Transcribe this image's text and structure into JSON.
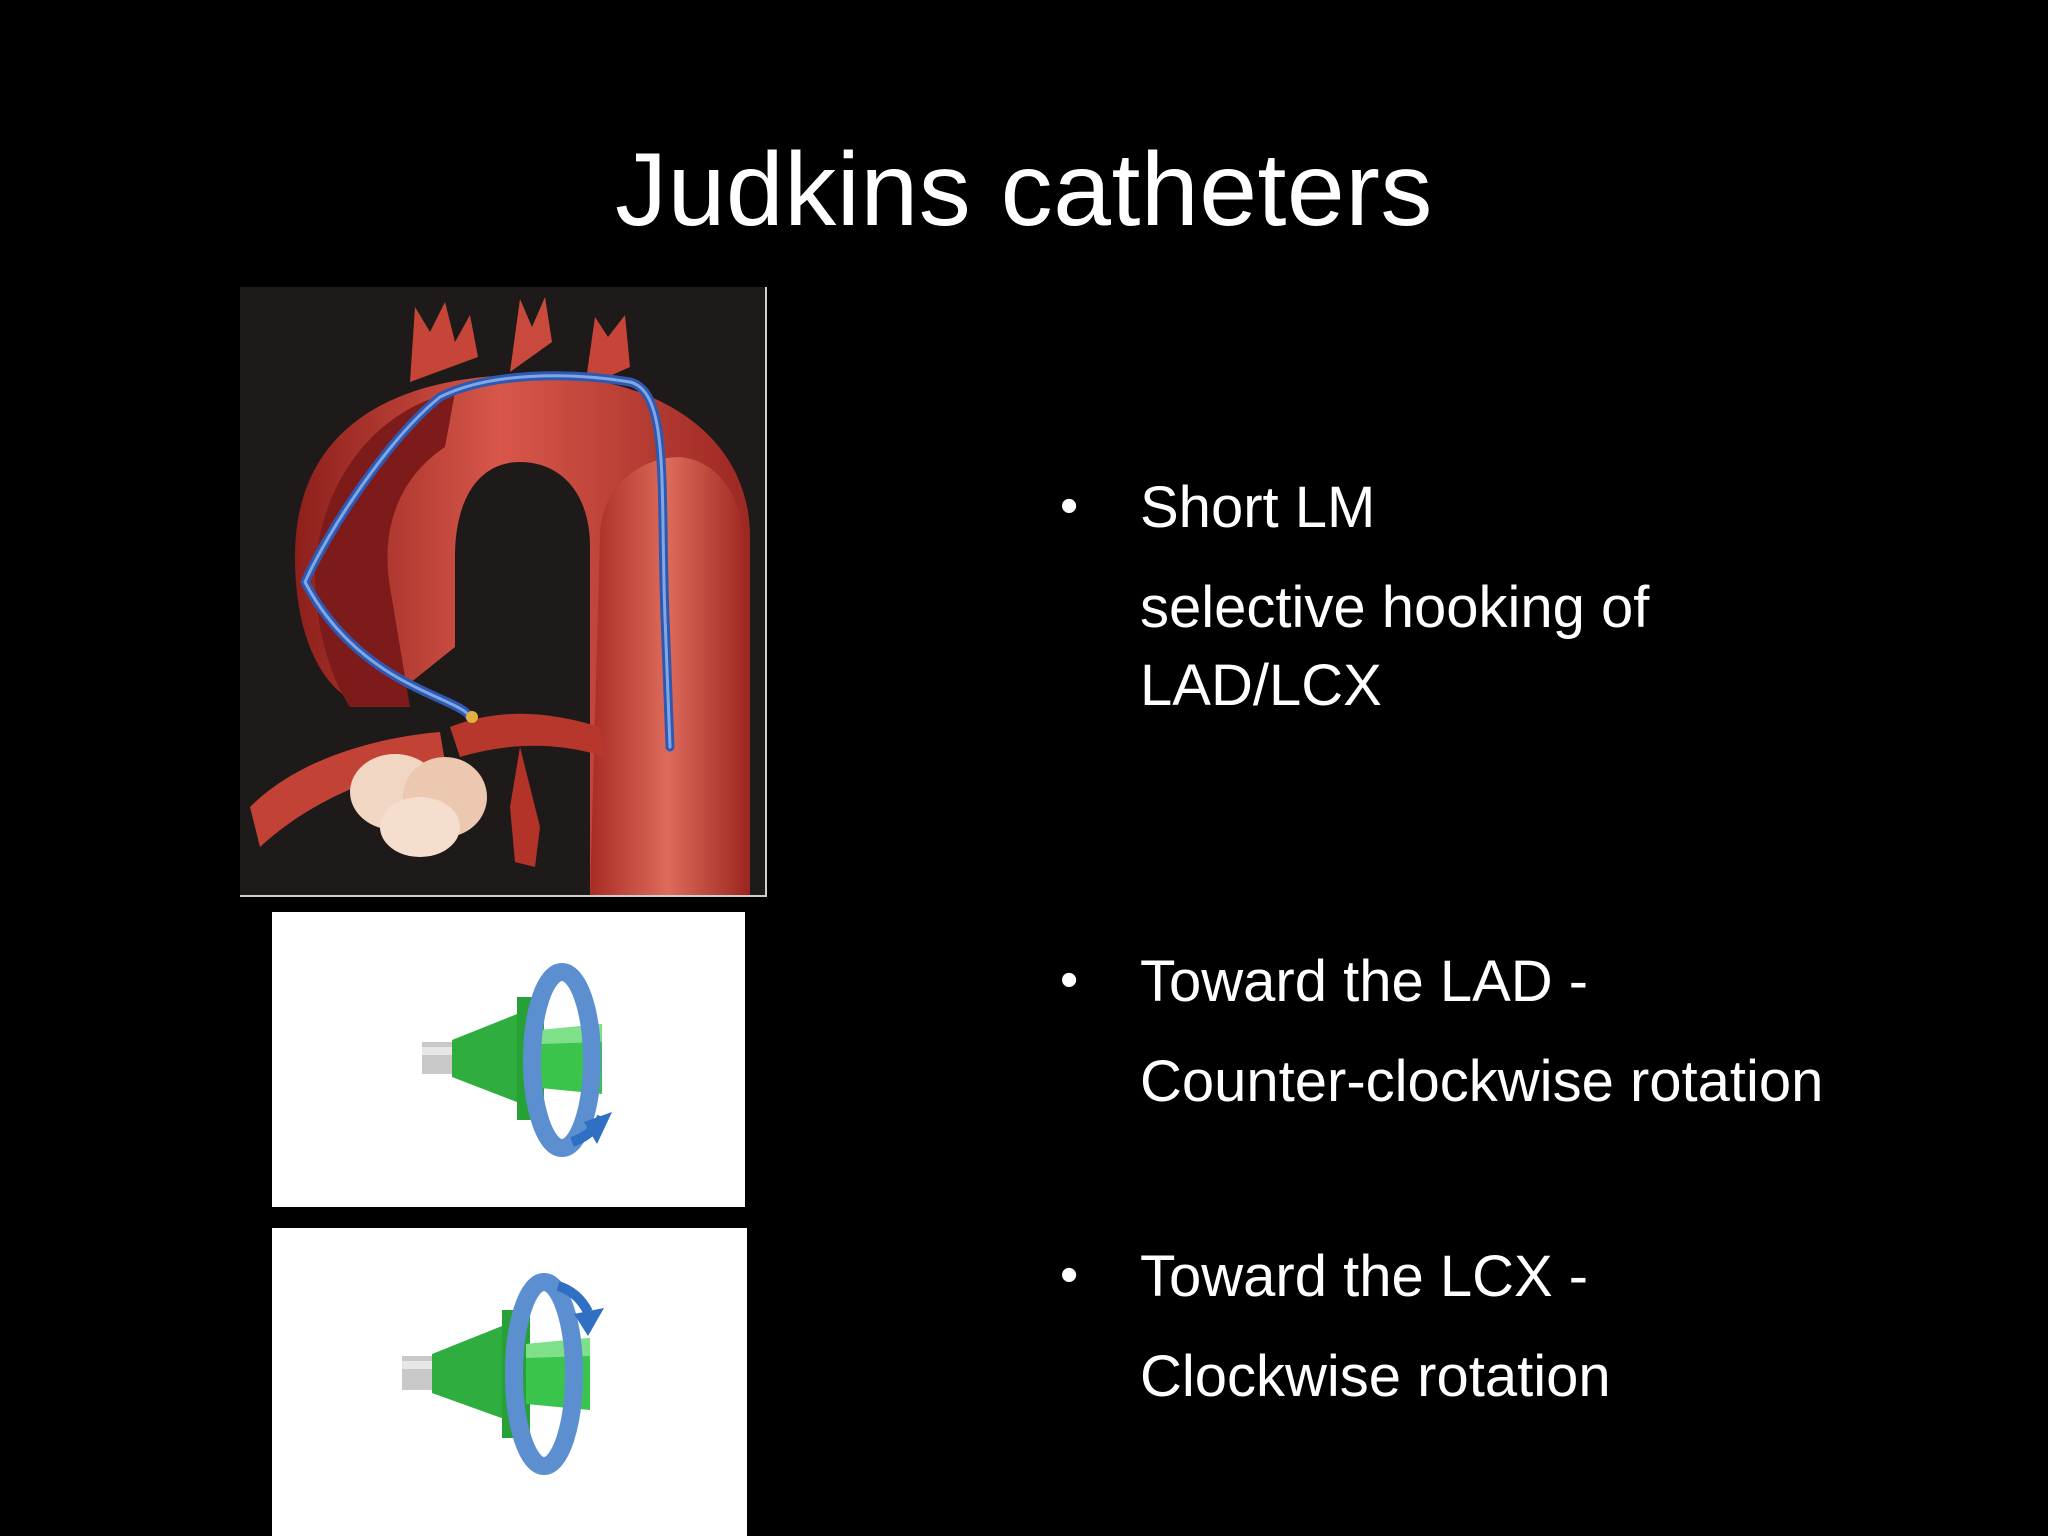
{
  "slide": {
    "title": "Judkins catheters",
    "bullets": [
      {
        "lines": [
          "Short LM",
          "selective hooking of",
          "LAD/LCX"
        ]
      },
      {
        "lines": [
          "Toward the LAD  -",
          "Counter-clockwise rotation"
        ]
      },
      {
        "lines": [
          "Toward the LCX -",
          "Clockwise rotation"
        ]
      }
    ],
    "bullet_symbol": "•"
  },
  "colors": {
    "background": "#000000",
    "text": "#ffffff",
    "aorta_red": "#b8322a",
    "catheter_blue": "#3f6fc4",
    "hub_green": "#2fae3f",
    "rotation_arrow_blue": "#5b8fd0"
  },
  "illustrations": {
    "aorta": "aortic-arch-catheter-illustration",
    "rotation_ccw": "counter-clockwise-rotation-icon",
    "rotation_cw": "clockwise-rotation-icon"
  }
}
